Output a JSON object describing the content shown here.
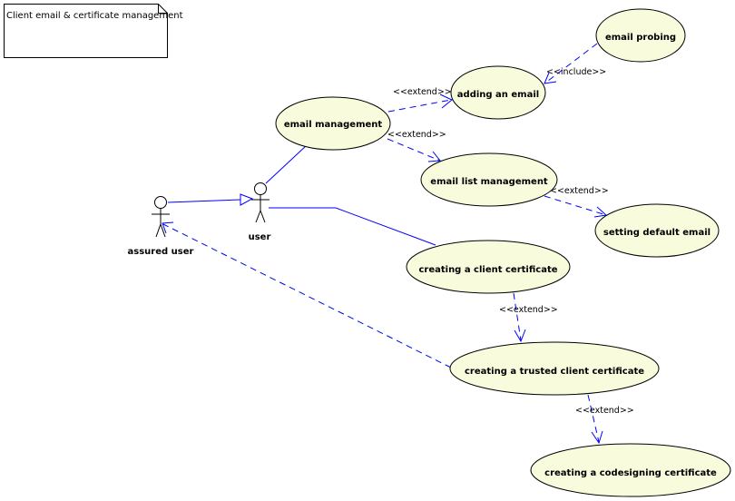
{
  "note": {
    "text": "Client email & certificate management"
  },
  "actors": {
    "assured_user": "assured user",
    "user": "user"
  },
  "use_cases": {
    "email_management": "email management",
    "adding_an_email": "adding an email",
    "email_probing": "email probing",
    "email_list_management": "email list management",
    "setting_default_email": "setting default email",
    "creating_client_certificate": "creating a client certificate",
    "creating_trusted_client_certificate": "creating a trusted client certificate",
    "creating_codesigning_certificate": "creating a codesigning certificate"
  },
  "relations": {
    "extend_adding": "<<extend>>",
    "extend_list": "<<extend>>",
    "include_probing": "<<include>>",
    "extend_setting": "<<extend>>",
    "extend_trusted": "<<extend>>",
    "extend_codesigning": "<<extend>>"
  },
  "colors": {
    "connector": "#0000ff",
    "use_case_fill": "#f8fcdc"
  }
}
